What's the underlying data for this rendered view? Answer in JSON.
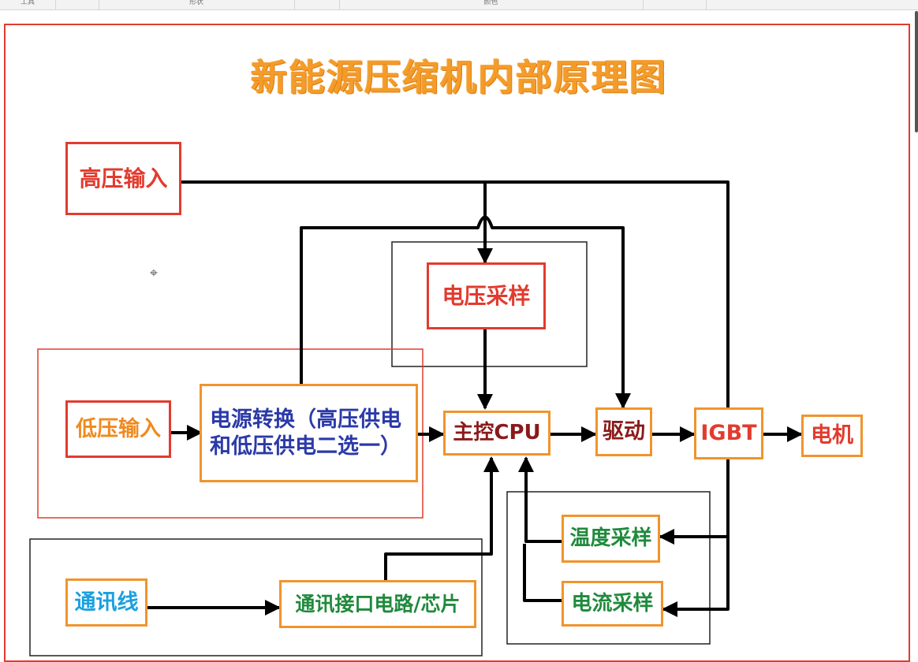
{
  "toolbar": {
    "groups": [
      "工具",
      "形状",
      "颜色"
    ]
  },
  "diagram": {
    "title": "新能源压缩机内部原理图",
    "nodes": {
      "high_voltage_input": "高压输入",
      "voltage_sampling": "电压采样",
      "low_voltage_input": "低压输入",
      "power_conversion": "电源转换（高压供电和低压供电二选一）",
      "main_cpu": "主控CPU",
      "driver": "驱动",
      "igbt": "IGBT",
      "motor": "电机",
      "temperature_sampling": "温度采样",
      "current_sampling": "电流采样",
      "comm_line": "通讯线",
      "comm_interface": "通讯接口电路/芯片"
    },
    "edges": [
      [
        "high_voltage_input",
        "voltage_sampling"
      ],
      [
        "high_voltage_input",
        "igbt"
      ],
      [
        "power_conversion",
        "driver"
      ],
      [
        "voltage_sampling",
        "main_cpu"
      ],
      [
        "low_voltage_input",
        "power_conversion"
      ],
      [
        "power_conversion",
        "main_cpu"
      ],
      [
        "main_cpu",
        "driver"
      ],
      [
        "driver",
        "igbt"
      ],
      [
        "igbt",
        "motor"
      ],
      [
        "igbt",
        "temperature_sampling"
      ],
      [
        "igbt",
        "current_sampling"
      ],
      [
        "temperature_sampling",
        "main_cpu"
      ],
      [
        "current_sampling",
        "main_cpu"
      ],
      [
        "comm_line",
        "comm_interface"
      ],
      [
        "comm_interface",
        "main_cpu"
      ]
    ]
  },
  "colors": {
    "title": "#f39c2a",
    "red_border": "#e23b2e",
    "orange_border": "#f0942d",
    "red_text": "#e23b2e",
    "dark_red_text": "#8b1a1a",
    "orange_text": "#f08a1e",
    "blue_text": "#2b3aa8",
    "green_text": "#1f8a3c",
    "cyan_text": "#1aa0e0",
    "line": "#000000"
  }
}
